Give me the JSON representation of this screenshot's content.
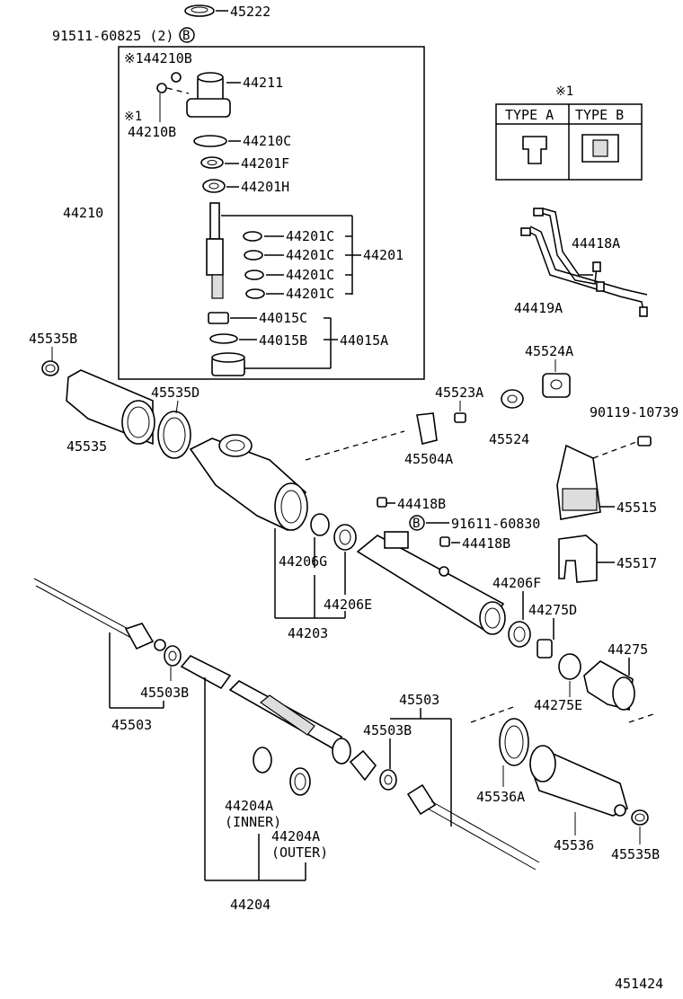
{
  "diagram_id": "451424",
  "bolt_circle_letter": "B",
  "labels": {
    "p45222": "45222",
    "p91511": "91511-60825 (2)",
    "p44210B_top": "※144210B",
    "p44211": "44211",
    "p44210B_mark": "※1",
    "p44210B_bot": "44210B",
    "p44210C": "44210C",
    "p44201F": "44201F",
    "p44201H": "44201H",
    "p44210": "44210",
    "p44201C_1": "44201C",
    "p44201C_2": "44201C",
    "p44201C_3": "44201C",
    "p44201C_4": "44201C",
    "p44201": "44201",
    "p44015C": "44015C",
    "p44015B": "44015B",
    "p44015A": "44015A",
    "p45535B_top": "45535B",
    "p45535D": "45535D",
    "p45535": "45535",
    "p45523A": "45523A",
    "p45524A": "45524A",
    "p45524": "45524",
    "p45504A": "45504A",
    "p90119": "90119-10739",
    "p45515": "45515",
    "p44418B_1": "44418B",
    "p91611": "91611-60830",
    "p44418B_2": "44418B",
    "p45517": "45517",
    "p44418A": "44418A",
    "p44419A": "44419A",
    "p44206G": "44206G",
    "p44206E": "44206E",
    "p44203": "44203",
    "p44206F": "44206F",
    "p44275D": "44275D",
    "p44275": "44275",
    "p44275E": "44275E",
    "p45503B_left": "45503B",
    "p45503_left": "45503",
    "p45503_right": "45503",
    "p45503B_right": "45503B",
    "p45536A": "45536A",
    "p45536": "45536",
    "p45535B_bot": "45535B",
    "p44204A_inner": "44204A",
    "p_inner": "(INNER)",
    "p44204A_outer": "44204A",
    "p_outer": "(OUTER)",
    "p44204": "44204"
  },
  "type_table": {
    "mark": "※1",
    "type_a": "TYPE A",
    "type_b": "TYPE B"
  }
}
